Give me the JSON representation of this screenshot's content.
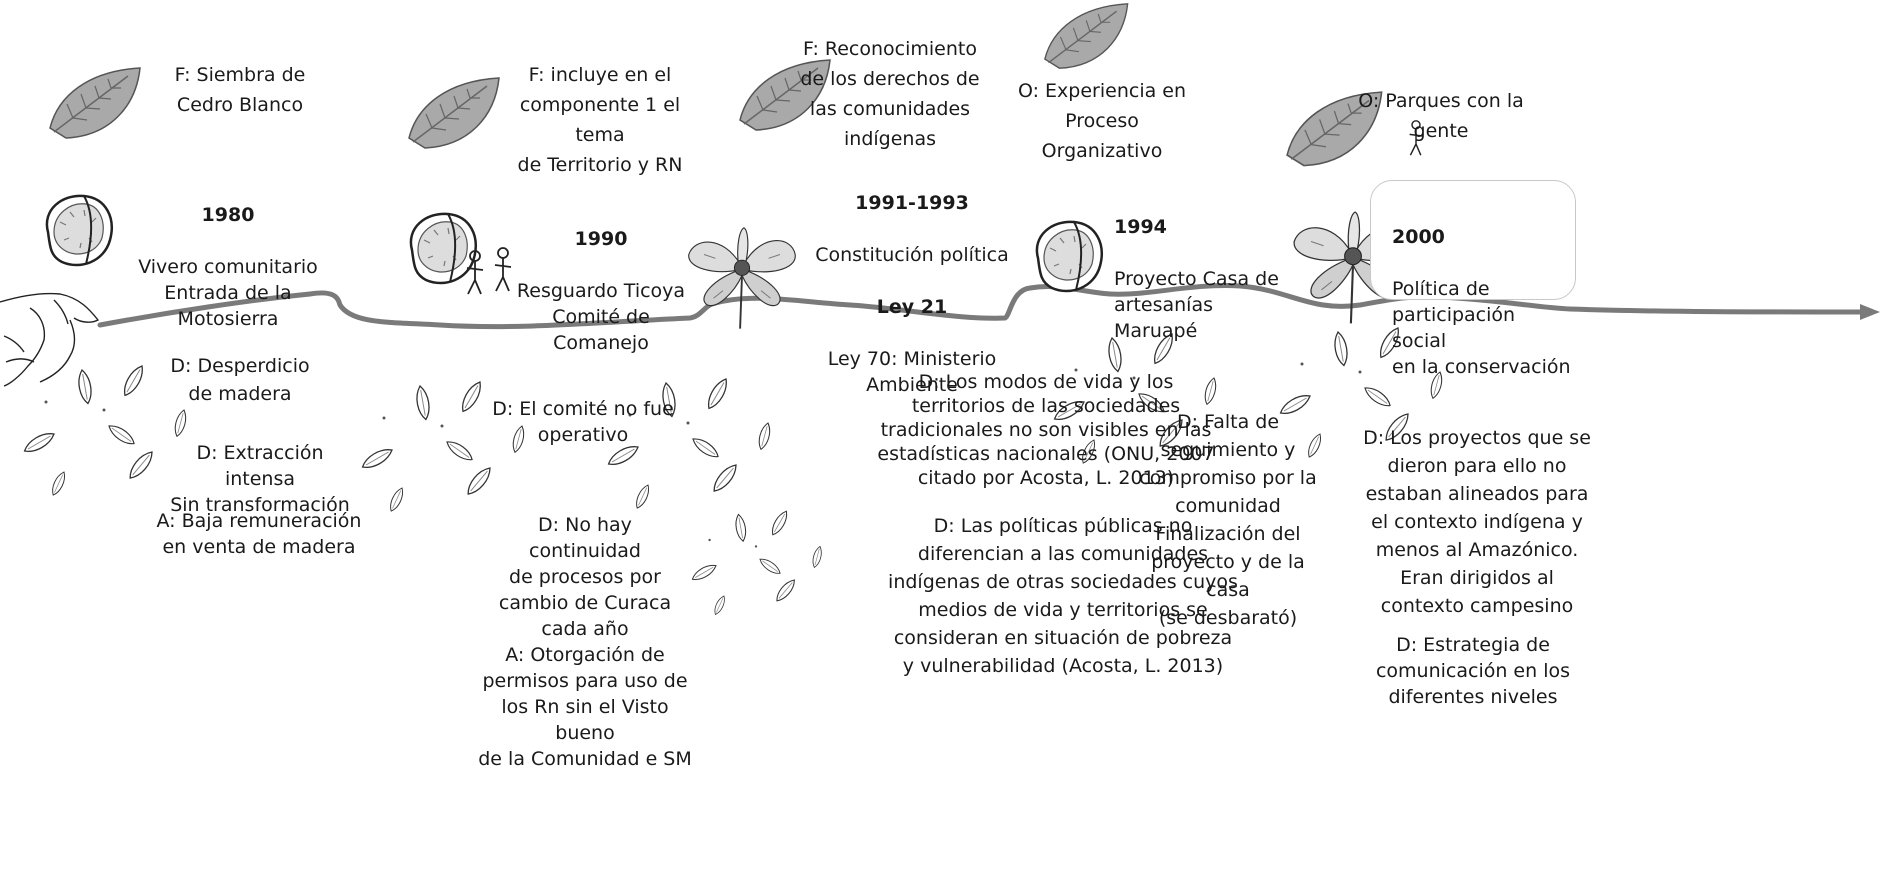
{
  "colors": {
    "line": "#7a7a7a",
    "leaf_fill": "#a9a9a9",
    "leaf_stroke": "#555555",
    "text": "#1a1a1a"
  },
  "icons": [
    "leaf-icon",
    "seed-icon",
    "flower-icon",
    "falling-leaves-icon",
    "person-icon",
    "hands-icon",
    "arrow-head-icon"
  ],
  "top": {
    "f1": "F: Siembra de\nCedro Blanco",
    "f2": "F: incluye en el\ncomponente 1 el tema\nde Territorio y RN",
    "f3": "F: Reconocimiento\nde los derechos de\nlas comunidades\nindígenas",
    "o1": "O: Experiencia en\nProceso\nOrganizativo",
    "o2": "O: Parques con la\ngente"
  },
  "milestones": {
    "m1980": {
      "year": "1980",
      "text": "Vivero comunitario\nEntrada de la\nMotosierra"
    },
    "m1990": {
      "year": "1990",
      "text": "Resguardo Ticoya\nComité de\nComanejo"
    },
    "m1991": {
      "year": "1991-1993",
      "line1": "Constitución política",
      "bold": "Ley 21",
      "line2": "Ley 70: Ministerio\nAmbiente"
    },
    "m1994": {
      "year": "1994",
      "text": "Proyecto Casa de\nartesanías\nMaruapé"
    },
    "m2000": {
      "year": "2000",
      "text": "Política de\nparticipación social\nen la conservación"
    }
  },
  "bottom": {
    "d1": "D: Desperdicio\nde madera",
    "d2": "D: Extracción intensa\nSin transformación",
    "a1": "A: Baja remuneración\nen venta de madera",
    "d3": "D: El comité no fue\noperativo",
    "d4": "D: No hay continuidad\nde procesos por\ncambio de Curaca\ncada año",
    "a2": "A: Otorgación de\npermisos para uso de\nlos Rn sin el Visto bueno\nde la Comunidad e SM",
    "d5": "D: Los modos de vida y los\nterritorios de las sociedades\ntradicionales no son visibles en las\nestadísticas nacionales (ONU, 2007\ncitado por Acosta, L. 2013)",
    "d6": "D: Las políticas públicas no\ndiferencian a las comunidades\nindígenas de otras sociedades cuyos\nmedios de vida y territorios se\nconsideran en situación de pobreza\ny vulnerabilidad (Acosta, L. 2013)",
    "d7": "D: Falta de\nseguimiento y\ncompromiso por la\ncomunidad\nFinalización del\nproyecto y de la casa\n(se desbarató)",
    "d8": "D: Los proyectos que se\ndieron para ello no\nestaban alineados para\nel contexto indígena y\nmenos al Amazónico.\nEran dirigidos al\ncontexto campesino",
    "d9": "D: Estrategia de\ncomunicación en los\ndiferentes niveles"
  }
}
